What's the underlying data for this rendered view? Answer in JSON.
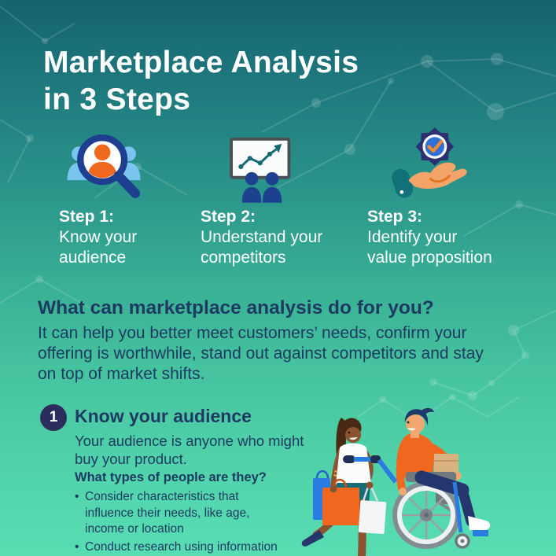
{
  "title": {
    "line1": "Marketplace Analysis",
    "line2": "in 3 Steps"
  },
  "steps": [
    {
      "label": "Step 1:",
      "line1": "Know your",
      "line2": "audience",
      "icon": "audience-search-icon"
    },
    {
      "label": "Step 2:",
      "line1": "Understand your",
      "line2": "competitors",
      "icon": "competitors-presentation-icon"
    },
    {
      "label": "Step 3:",
      "line1": "Identify your",
      "line2": "value proposition",
      "icon": "value-badge-hand-icon"
    }
  ],
  "intro": {
    "heading": "What can marketplace analysis do for you?",
    "body": "It can help you better meet customers’ needs, confirm your offering is worthwhile, stand out against competitors and stay on top of market shifts."
  },
  "section1": {
    "number": "1",
    "heading": "Know your audience",
    "description": "Your audience is anyone who might buy your product.",
    "question": "What types of people are they?",
    "bullets": [
      "Consider characteristics that influence their needs, like age, income or location",
      "Conduct research using information"
    ]
  },
  "illustration": {
    "description": "woman with shopping bags walking beside man in wheelchair holding a box"
  },
  "colors": {
    "background_top": "#15636f",
    "background_bottom": "#58ddb3",
    "heading_text": "#1e3a63",
    "white_text": "#ffffff",
    "accent_orange": "#f0681f",
    "accent_blue": "#2b7ce0",
    "light_blue": "#79c5f0",
    "badge_indigo": "#2b3070",
    "badge_check_orange": "#f08a2d",
    "number_circle": "#2b2e5c",
    "chart_teal": "#156a74",
    "sleeve_teal": "#127078"
  }
}
